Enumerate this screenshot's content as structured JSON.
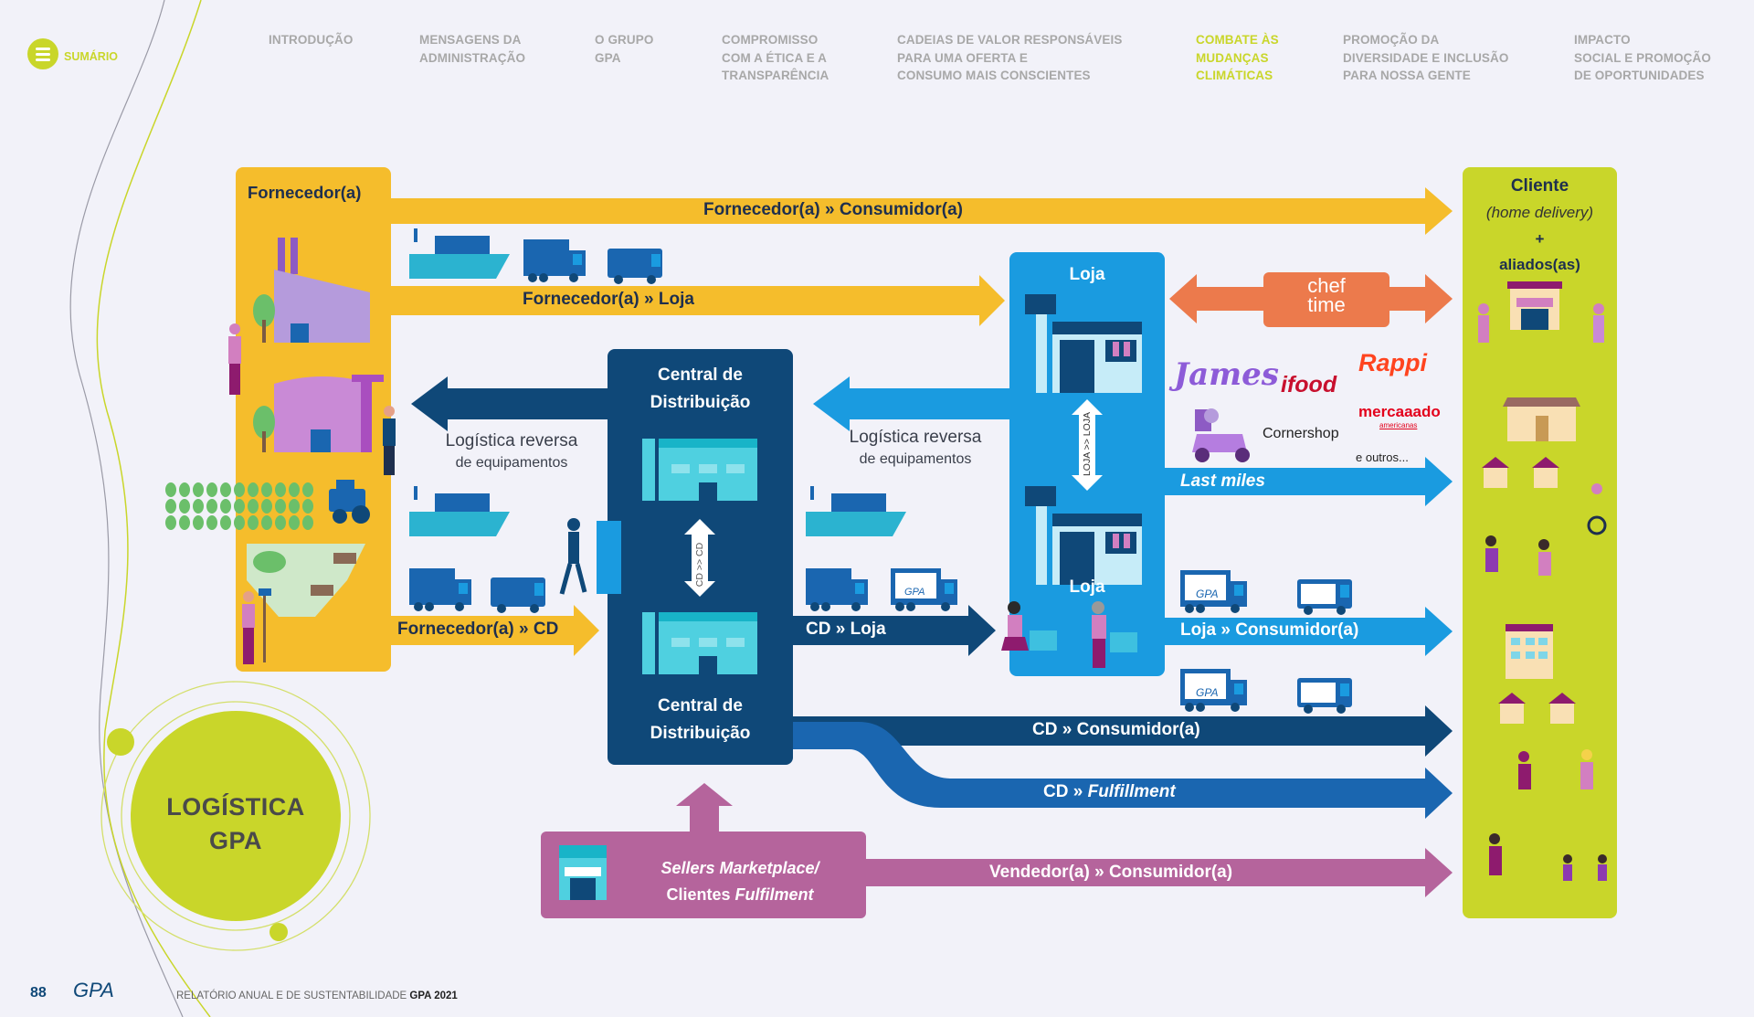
{
  "nav": {
    "menu_label": "SUMÁRIO",
    "items": [
      {
        "label": "INTRODUÇÃO",
        "active": false
      },
      {
        "label": "MENSAGENS DA\nADMINISTRAÇÃO",
        "active": false
      },
      {
        "label": "O GRUPO\nGPA",
        "active": false
      },
      {
        "label": "COMPROMISSO\nCOM A ÉTICA E A\nTRANSPARÊNCIA",
        "active": false
      },
      {
        "label": "CADEIAS DE VALOR  RESPONSÁVEIS\nPARA UMA OFERTA E\n CONSUMO MAIS CONSCIENTES",
        "active": false
      },
      {
        "label": "COMBATE ÀS\nMUDANÇAS\nCLIMÁTICAS",
        "active": true
      },
      {
        "label": "PROMOÇÃO DA\nDIVERSIDADE E INCLUSÃO\nPARA NOSSA GENTE",
        "active": false
      },
      {
        "label": "IMPACTO\nSOCIAL E PROMOÇÃO\nDE OPORTUNIDADES",
        "active": false
      }
    ]
  },
  "colors": {
    "yellow": "#f5bd2c",
    "navy": "#0f4878",
    "blue": "#1a9be0",
    "mid_blue": "#1a66b0",
    "orange": "#ec7a4c",
    "purple": "#b5649c",
    "lime": "#c9d62a",
    "dark_text": "#1e2f4e"
  },
  "diagram": {
    "supplier": {
      "title": "Fornecedor(a)"
    },
    "client": {
      "title": "Cliente",
      "subtitle": "(home delivery)",
      "plus": "+",
      "allies": "aliados(as)"
    },
    "store_top": {
      "title": "Loja"
    },
    "store_bottom": {
      "title": "Loja"
    },
    "store_transfer": "LOJA >> LOJA",
    "dc_top": {
      "title": "Central de\nDistribuição"
    },
    "dc_bottom": {
      "title": "Central de\nDistribuição"
    },
    "dc_transfer": "CD >> CD",
    "reverse_left": {
      "line1": "Logística reversa",
      "line2": "de equipamentos"
    },
    "reverse_right": {
      "line1": "Logística reversa",
      "line2": "de equipamentos"
    },
    "sellers": {
      "line1": "Sellers Marketplace/",
      "line2_a": "Clientes ",
      "line2_b": "Fulfilment"
    },
    "flows": [
      {
        "from": "Fornecedor(a)",
        "to": "Consumidor(a)",
        "sep": "»"
      },
      {
        "from": "Fornecedor(a)",
        "to": "Loja",
        "sep": "»"
      },
      {
        "from": "Fornecedor(a)",
        "to": "CD",
        "sep": "»"
      },
      {
        "from": "CD",
        "to": "Loja",
        "sep": "»"
      },
      {
        "from": "Loja",
        "to": "Consumidor(a)",
        "sep": "»"
      },
      {
        "from": "CD",
        "to": "Consumidor(a)",
        "sep": "»"
      },
      {
        "from": "CD",
        "to": "Fulfillment",
        "sep": "»"
      },
      {
        "from": "Vendedor(a)",
        "to": "Consumidor(a)",
        "sep": "»"
      }
    ],
    "last_miles": "Last miles",
    "chef_time": {
      "line1": "chef",
      "line2": "time"
    },
    "partners": [
      "James",
      "ifood",
      "Rappi",
      "Cornershop",
      "mercaaado",
      "americanas",
      "e outros..."
    ],
    "truck_brand": "GPA"
  },
  "circle": {
    "line1": "LOGÍSTICA",
    "line2": "GPA"
  },
  "footer": {
    "page": "88",
    "logo": "GPA",
    "report": "RELATÓRIO ANUAL E DE SUSTENTABILIDADE ",
    "report_bold": "GPA 2021"
  }
}
